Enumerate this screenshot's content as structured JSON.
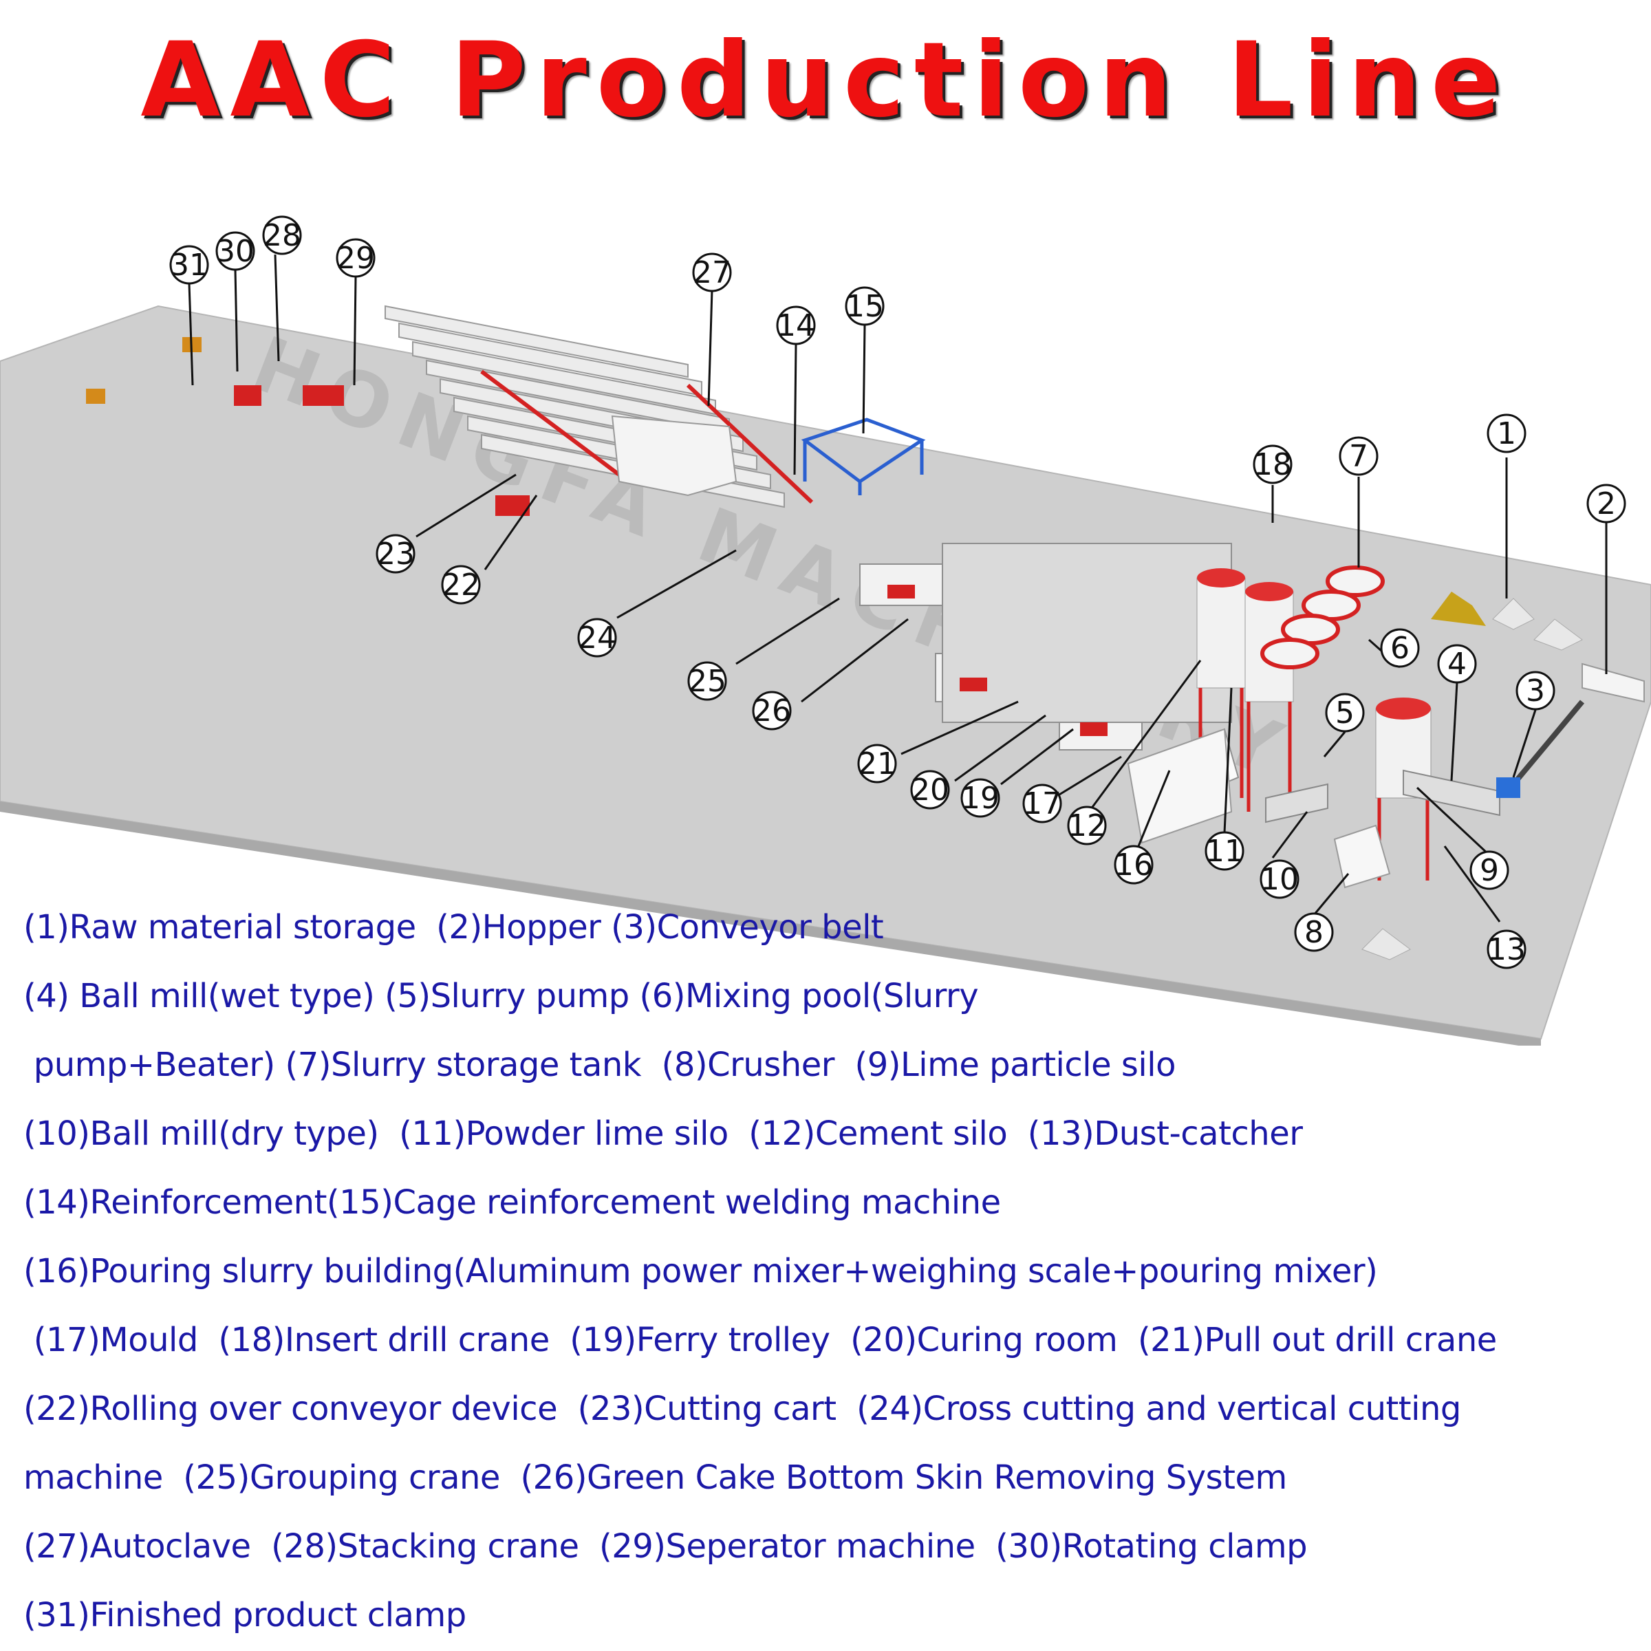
{
  "title": "AAC Production Line",
  "watermark": "HONGFA MACHINERY",
  "colors": {
    "title": "#ee1111",
    "legend_text": "#1a18a6",
    "floor": "#c9c9c9",
    "equipment_red": "#d42121",
    "equipment_white": "#f2f2f2",
    "equipment_blue": "#2a5fd0"
  },
  "callouts": [
    "31",
    "30",
    "28",
    "29",
    "27",
    "14",
    "15",
    "18",
    "7",
    "1",
    "2",
    "3",
    "4",
    "6",
    "5",
    "9",
    "13",
    "8",
    "10",
    "11",
    "12",
    "16",
    "17",
    "19",
    "20",
    "21",
    "26",
    "25",
    "24",
    "22",
    "23"
  ],
  "legend_lines": [
    "(1)Raw material storage  (2)Hopper (3)Conveyor belt",
    "(4) Ball mill(wet type) (5)Slurry pump (6)Mixing pool(Slurry",
    " pump+Beater) (7)Slurry storage tank  (8)Crusher  (9)Lime particle silo",
    "(10)Ball mill(dry type)  (11)Powder lime silo  (12)Cement silo  (13)Dust-catcher",
    "(14)Reinforcement(15)Cage reinforcement welding machine",
    "(16)Pouring slurry building(Aluminum power mixer+weighing scale+pouring mixer)",
    " (17)Mould  (18)Insert drill crane  (19)Ferry trolley  (20)Curing room  (21)Pull out drill crane",
    "(22)Rolling over conveyor device  (23)Cutting cart  (24)Cross cutting and vertical cutting",
    "machine  (25)Grouping crane  (26)Green Cake Bottom Skin Removing System",
    "(27)Autoclave  (28)Stacking crane  (29)Seperator machine  (30)Rotating clamp",
    "(31)Finished product clamp"
  ]
}
